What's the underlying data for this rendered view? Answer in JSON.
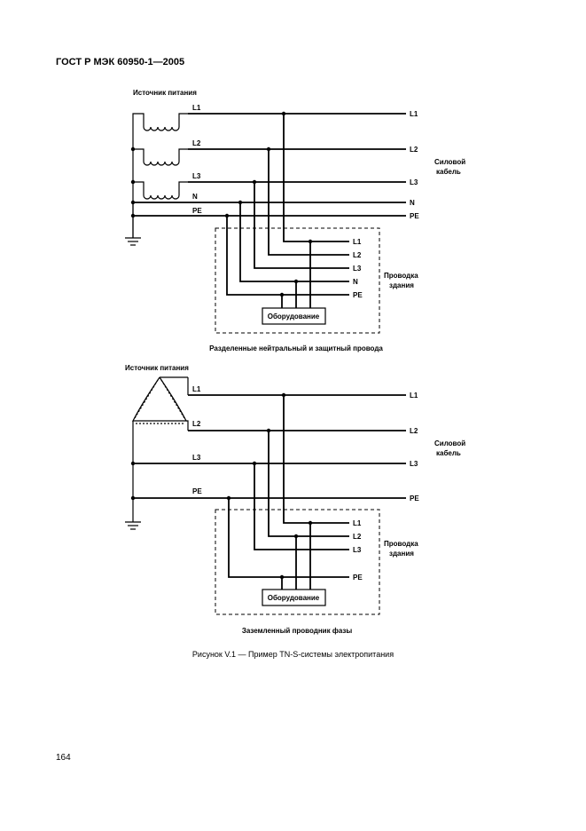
{
  "header": "ГОСТ Р МЭК 60950-1—2005",
  "figure1": {
    "source_label": "Источник питания",
    "phase_labels_left": [
      "L1",
      "L2",
      "L3",
      "N",
      "PE"
    ],
    "cable_labels_right": [
      "L1",
      "L2",
      "L3",
      "N",
      "PE"
    ],
    "cable_caption": [
      "Силовой",
      "кабель"
    ],
    "building_labels": [
      "L1",
      "L2",
      "L3",
      "N",
      "PE"
    ],
    "building_caption": [
      "Проводка",
      "здания"
    ],
    "equipment_label": "Оборудование",
    "subtitle": "Разделенные нейтральный и защитный провода"
  },
  "figure2": {
    "source_label": "Источник питания",
    "phase_labels_left": [
      "L1",
      "L2",
      "L3",
      "PE"
    ],
    "cable_labels_right": [
      "L1",
      "L2",
      "L3",
      "PE"
    ],
    "cable_caption": [
      "Силовой",
      "кабель"
    ],
    "building_labels": [
      "L1",
      "L2",
      "L3",
      "PE"
    ],
    "building_caption": [
      "Проводка",
      "здания"
    ],
    "equipment_label": "Оборудование",
    "subtitle": "Заземленный проводник фазы"
  },
  "caption": "Рисунок V.1 — Пример TN-S-системы электропитания",
  "page_number": "164"
}
